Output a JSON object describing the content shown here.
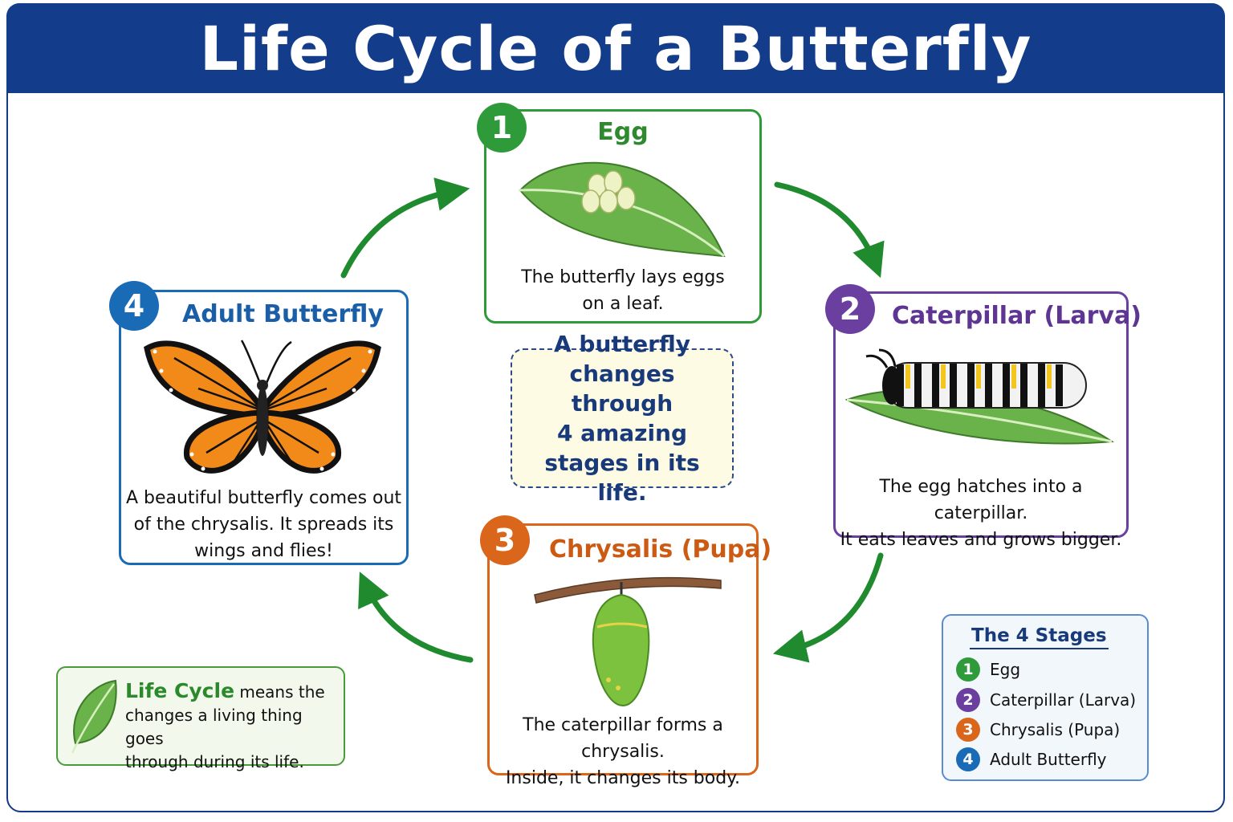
{
  "title": "Life Cycle of a Butterfly",
  "colors": {
    "banner": "#133d8a",
    "arrow": "#1f8a2e",
    "egg": "#2f9a3a",
    "caterpillar": "#6b3fa0",
    "chrysalis": "#d9661a",
    "adult": "#1a6bb5"
  },
  "stages": [
    {
      "number": "1",
      "name": "Egg",
      "desc_line1": "The butterfly lays eggs",
      "desc_line2": "on a leaf.",
      "icon": "eggs-on-leaf-icon"
    },
    {
      "number": "2",
      "name": "Caterpillar (Larva)",
      "desc_line1": "The egg hatches into a caterpillar.",
      "desc_line2": "It eats leaves and grows bigger.",
      "icon": "caterpillar-icon"
    },
    {
      "number": "3",
      "name": "Chrysalis (Pupa)",
      "desc_line1": "The caterpillar forms a chrysalis.",
      "desc_line2": "Inside, it changes its body.",
      "icon": "chrysalis-icon"
    },
    {
      "number": "4",
      "name": "Adult Butterfly",
      "desc_line1": "A beautiful butterfly comes out",
      "desc_line2": "of the chrysalis. It spreads its",
      "desc_line3": "wings and flies!",
      "icon": "butterfly-icon"
    }
  ],
  "center_note": {
    "line1": "A butterfly",
    "line2": "changes through",
    "line3": "4 amazing",
    "line4": "stages in its life."
  },
  "definition": {
    "term": "Life Cycle",
    "rest_line1": " means the",
    "line2": "changes a living thing goes",
    "line3": "through during its life.",
    "icon": "leaf-icon"
  },
  "legend": {
    "title": "The 4 Stages",
    "items": [
      {
        "number": "1",
        "label": "Egg"
      },
      {
        "number": "2",
        "label": "Caterpillar (Larva)"
      },
      {
        "number": "3",
        "label": "Chrysalis (Pupa)"
      },
      {
        "number": "4",
        "label": "Adult Butterfly"
      }
    ]
  }
}
